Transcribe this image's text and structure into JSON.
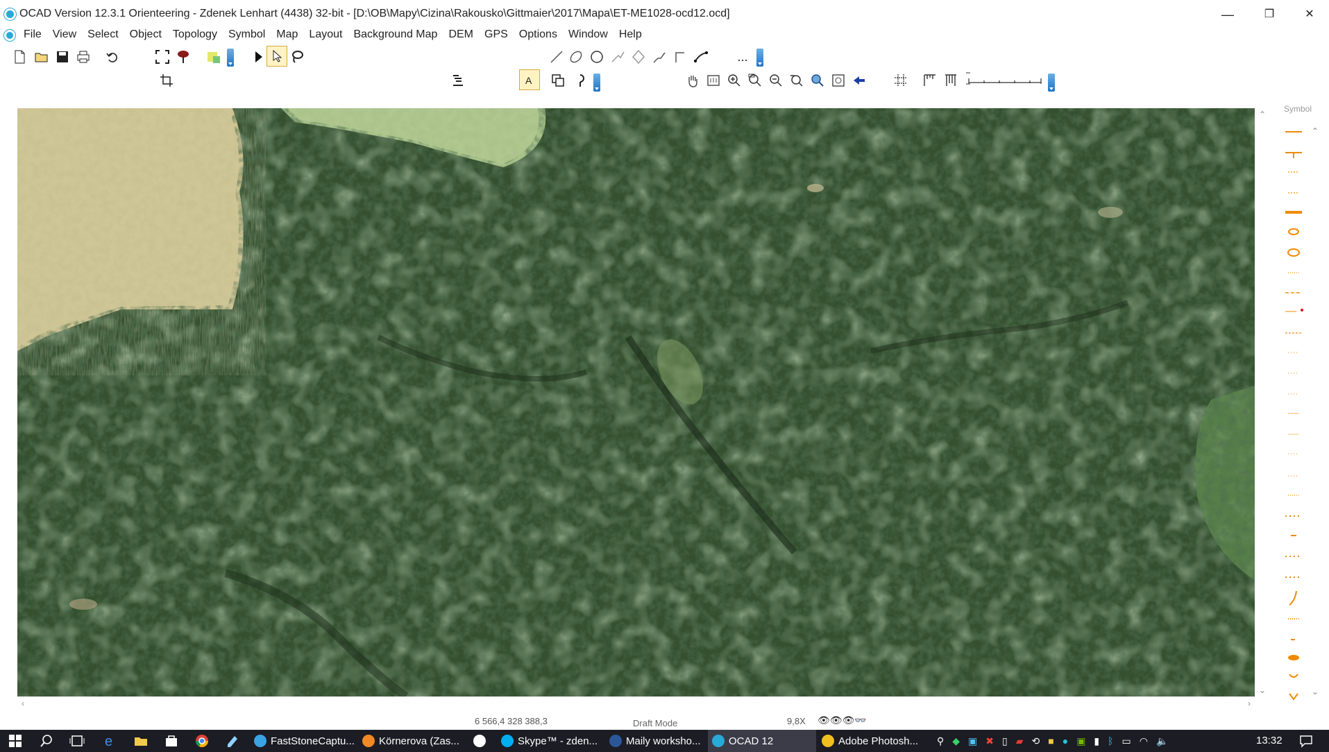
{
  "window": {
    "title": "OCAD Version 12.3.1  Orienteering - Zdenek Lenhart (4438) 32-bit - [D:\\OB\\Mapy\\Cizina\\Rakousko\\Gittmaier\\2017\\Mapa\\ET-ME1028-ocd12.ocd]",
    "minimize": "—",
    "restore": "❐",
    "close": "✕"
  },
  "menu": {
    "items": [
      "File",
      "View",
      "Select",
      "Object",
      "Topology",
      "Symbol",
      "Map",
      "Layout",
      "Background Map",
      "DEM",
      "GPS",
      "Options",
      "Window",
      "Help"
    ]
  },
  "toolbar1": {
    "more": "..."
  },
  "symbols_panel": {
    "title": "Symbol"
  },
  "status": {
    "coordinates": "6 566,4   328 388,3",
    "mode": "Draft Mode",
    "zoom": "9,8X"
  },
  "taskbar": {
    "apps": [
      {
        "label": "FastStoneCaptu...",
        "color": "#3aa3e3"
      },
      {
        "label": "Körnerova (Zas...",
        "color": "#f08a24"
      },
      {
        "label": "",
        "color": "#ffffff"
      },
      {
        "label": "Skype™ - zden...",
        "color": "#00aff0"
      },
      {
        "label": "Maily worksho...",
        "color": "#2b579a"
      },
      {
        "label": "OCAD 12",
        "color": "#29a9d8"
      },
      {
        "label": "Adobe Photosh...",
        "color": "#f0c020"
      }
    ],
    "time": "13:32"
  },
  "colors": {
    "accent": "#29a9d8",
    "symbol_orange": "#f08a00",
    "forest_dark": "#2a4128",
    "field_light": "#c9c08e"
  }
}
